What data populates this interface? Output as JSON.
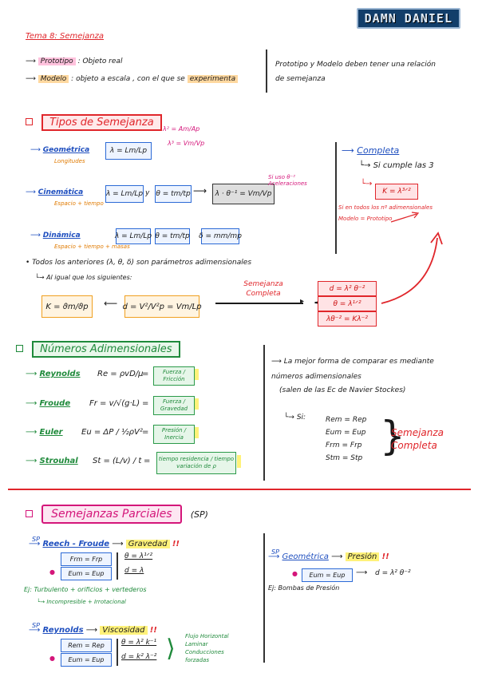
{
  "logo": "DAMN DANIEL",
  "title": "Tema 8: Semejanza",
  "intro": {
    "prototipo_label": "Prototipo",
    "prototipo_desc": ": Objeto real",
    "modelo_label": "Modelo",
    "modelo_desc": ": objeto a escala , con el que se",
    "modelo_desc_hl": "experimenta",
    "note": "Prototipo y Modelo deben tener una relación de semejanza"
  },
  "tipos": {
    "heading": "Tipos de Semejanza",
    "geometrica": {
      "label": "Geométrica",
      "sub": "Longitudes",
      "eq": "λ = Lm/Lp",
      "side1": "λ² = Am/Ap",
      "side2": "λ³ = Vm/Vp"
    },
    "cinematica": {
      "label": "Cinemática",
      "sub": "Espacio + tiempo",
      "eq1": "λ = Lm/Lp",
      "eq2": "θ = tm/tp",
      "result": "λ · θ⁻¹ = Vm/Vp",
      "note": "Si uso θ⁻² Aceleraciones"
    },
    "dinamica": {
      "label": "Dinámica",
      "sub": "Espacio + tiempo + masas",
      "eq1": "λ = Lm/Lp",
      "eq2": "θ = tm/tp",
      "eq3": "δ = mm/mp"
    },
    "completa": {
      "label": "Completa",
      "line1": "Si cumple las 3",
      "eq": "K = λ³ᐟ²",
      "line2": "Si en todos los nº adimensionales",
      "line3": "Modelo = Prototipo"
    },
    "todos_note": "Todos los anteriores (λ, θ, δ) son parámetros adimensionales",
    "al_igual": "Al igual que los siguientes:",
    "k_eq": "K = ϑm/ϑp",
    "d_eq": "d = V²/V²p = Vm/Lp",
    "sc_label": "Semejanza Completa",
    "sc_eq1": "d = λ² θ⁻²",
    "sc_eq2": "θ = λ¹ᐟ²",
    "sc_eq3": "λθ⁻² = Kλ⁻²"
  },
  "numeros": {
    "heading": "Números Adimensionales",
    "reynolds": {
      "label": "Reynolds",
      "eq": "Re = ρvD/μ",
      "box": "Fuerza / Fricción"
    },
    "froude": {
      "label": "Froude",
      "eq": "Fr = v/√(g·L)",
      "box": "Fuerza / Gravedad"
    },
    "euler": {
      "label": "Euler",
      "eq": "Eu = ΔP / ½ρV²",
      "box": "Presión / Inercia"
    },
    "strouhal": {
      "label": "Strouhal",
      "eq": "St = (L/v) / t",
      "box": "tiempo residencia / tiempo variación de ρ"
    },
    "note1": "La mejor forma de comparar es mediante números adimensionales",
    "note2": "(salen de las Ec de Navier Stockes)",
    "si": "Si:",
    "conds": [
      "Rem = Rep",
      "Eum = Eup",
      "Frm = Frp",
      "Stm = Stp"
    ],
    "result": "Semejanza Completa"
  },
  "parciales": {
    "heading": "Semejanzas Parciales",
    "sp_tag": "(SP)",
    "sp": "SP",
    "reech": {
      "label": "Reech - Froude",
      "arrow_to": "Gravedad",
      "c1": "Frm = Frp",
      "c2": "Eum = Eup",
      "r1": "θ = λ¹ᐟ²",
      "r2": "d = λ"
    },
    "ej1": "Ej: Turbulento + orificios + vertederos",
    "ej1b": "Incompresible + Irrotacional",
    "reynolds": {
      "label": "Reynolds",
      "arrow_to": "Viscosidad",
      "c1": "Rem = Rep",
      "c2": "Eum = Eup",
      "r1": "θ = λ² k⁻¹",
      "r2": "d = k² λ⁻²",
      "n1": "Flujo Horizontal",
      "n2": "Laminar",
      "n3": "Conducciones forzadas"
    },
    "geometrica": {
      "label": "Geométrica",
      "arrow_to": "Presión",
      "c1": "Eum = Eup",
      "r1": "d = λ² θ⁻²"
    },
    "ej2": "Ej: Bombas de Presión"
  }
}
